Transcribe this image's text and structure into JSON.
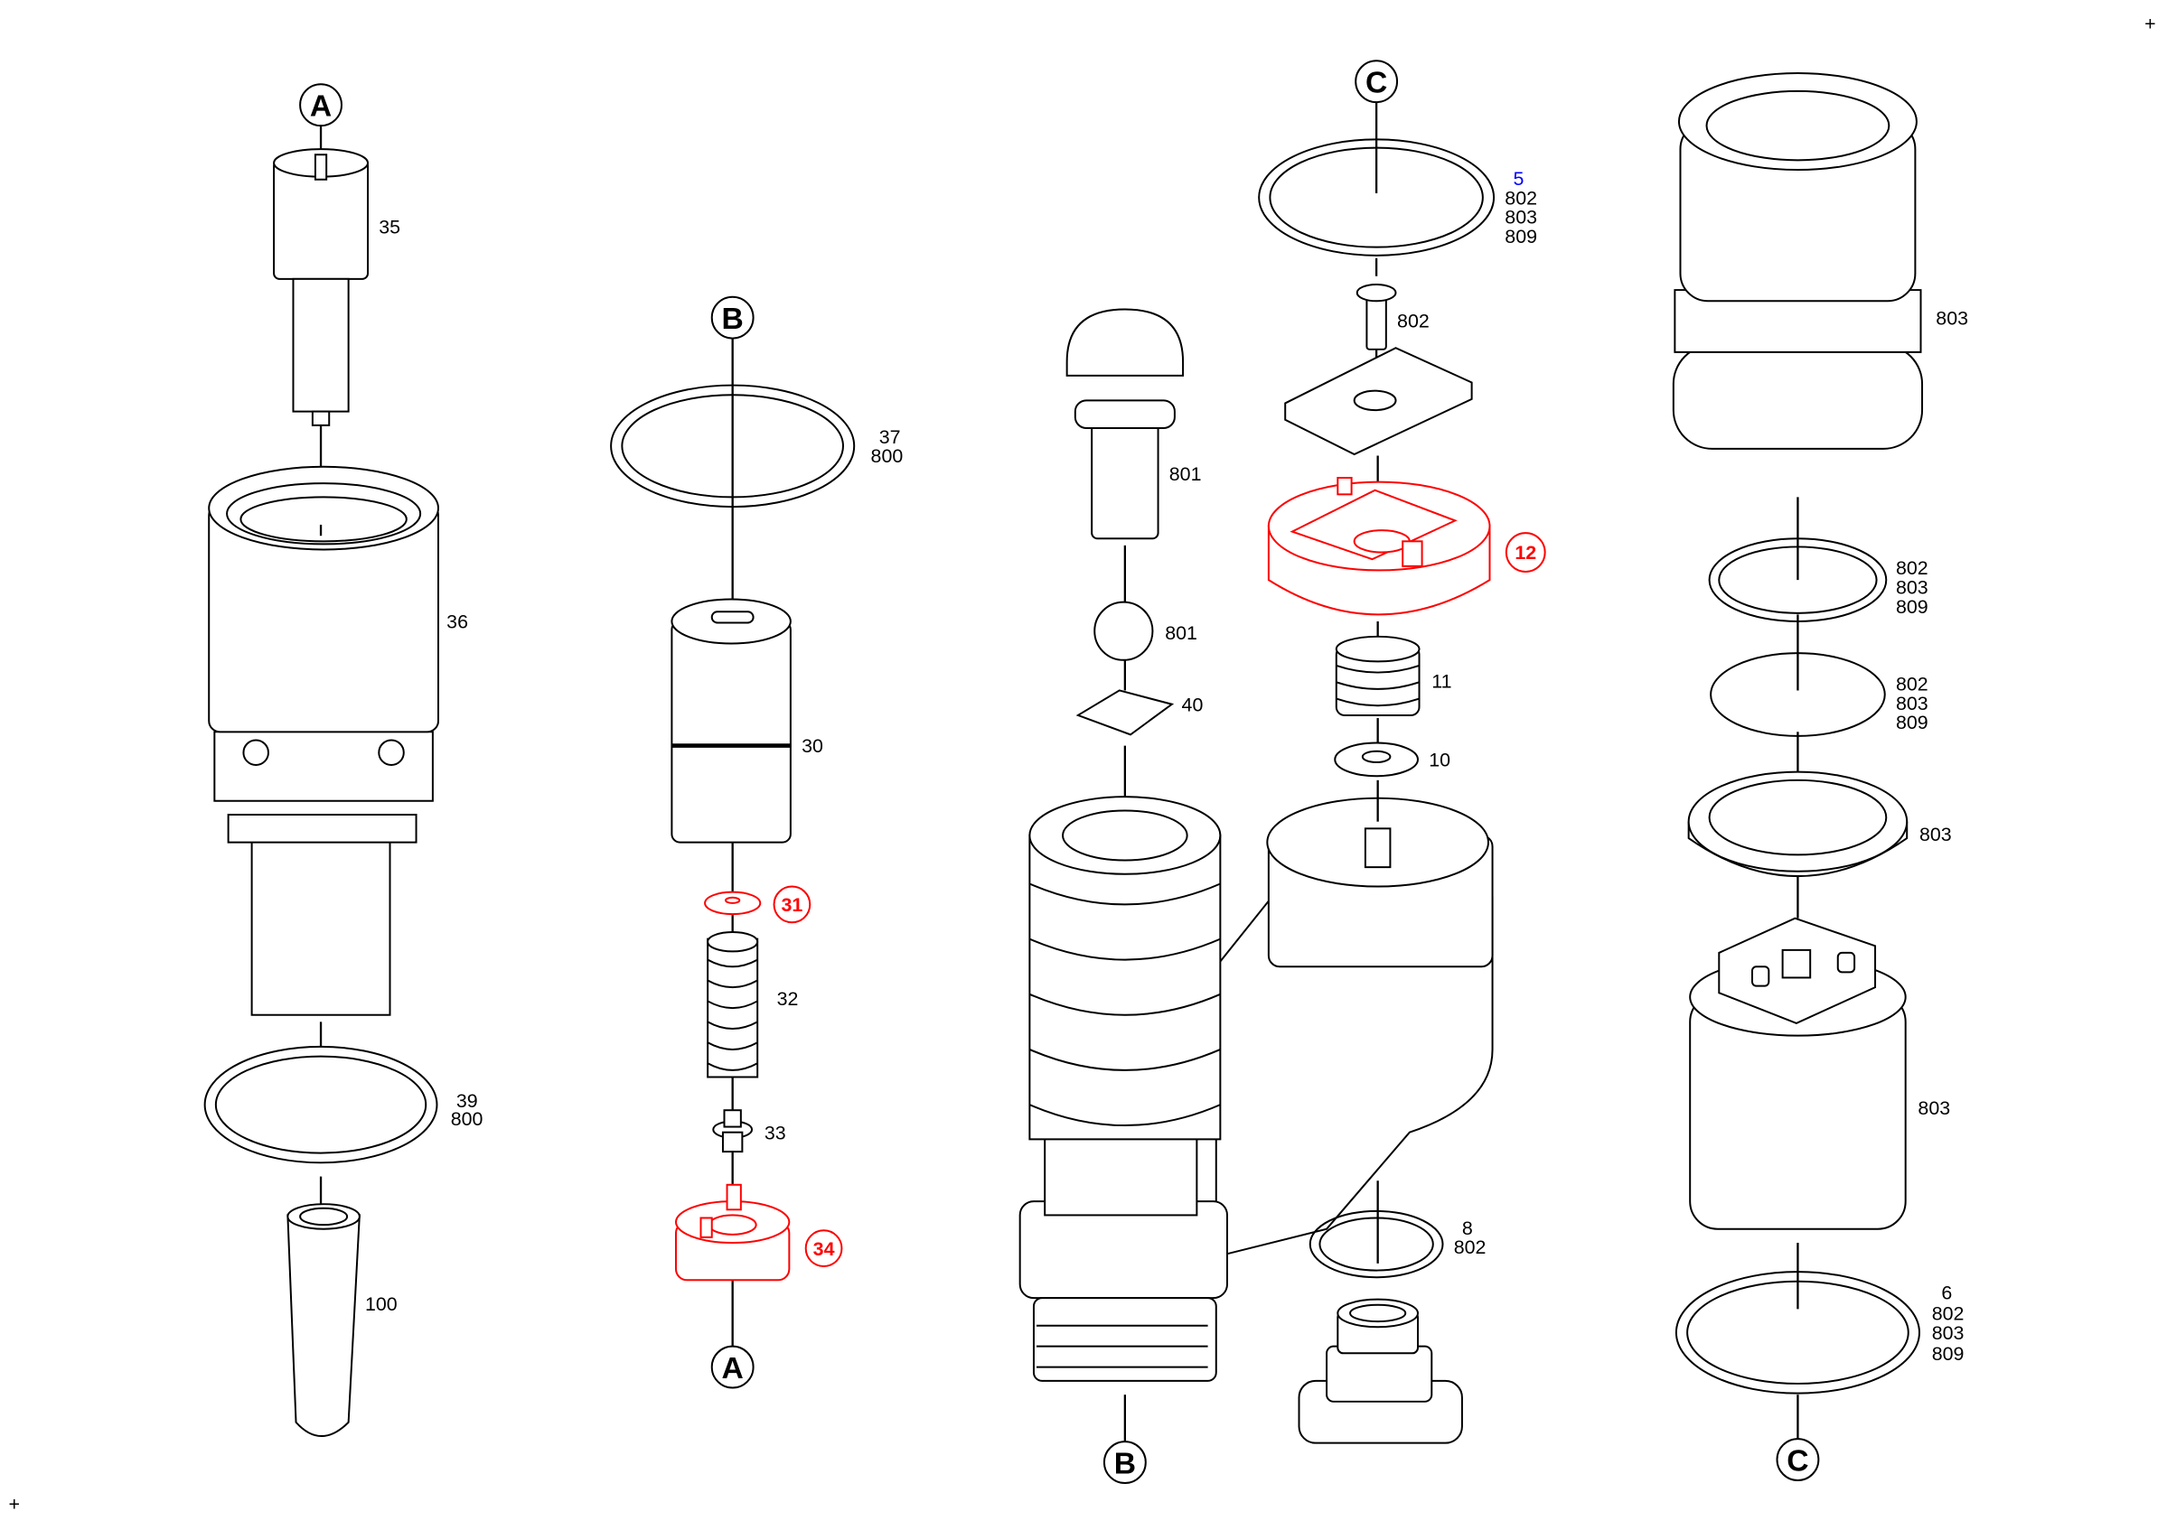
{
  "title": "Exploded parts diagram",
  "colors": {
    "highlight": "#ff0000",
    "link_number": "#0000ff",
    "line": "#000000"
  },
  "markers": {
    "corner_top_right": "+",
    "corner_bottom_left": "+"
  },
  "connectors": {
    "a_top": "A",
    "b_top": "B",
    "a_bottom": "A",
    "c_top": "C",
    "b_bottom": "B",
    "c_bottom": "C"
  },
  "callouts": {
    "nozzle": "35",
    "nozzle_nut": "36",
    "ring_39": [
      "39",
      "800"
    ],
    "sleeve": "100",
    "ring_37": [
      "37",
      "800"
    ],
    "valve_body": "30",
    "shim": "31",
    "spring": "32",
    "pin": "33",
    "intermediate_plate": "34",
    "plunger": "801",
    "ball": "801",
    "clip": "40",
    "top_ring": [
      "5",
      "802",
      "803",
      "809"
    ],
    "screw": "802",
    "valve_plate": "12",
    "spring_11": "11",
    "washer_10": "10",
    "ring_8": [
      "8",
      "802"
    ],
    "sleeve_top": "803",
    "ring_r1": [
      "802",
      "803",
      "809"
    ],
    "ring_r2": [
      "802",
      "803",
      "809"
    ],
    "ring_r3": "803",
    "solenoid": "803",
    "ring_6": [
      "6",
      "802",
      "803",
      "809"
    ]
  }
}
